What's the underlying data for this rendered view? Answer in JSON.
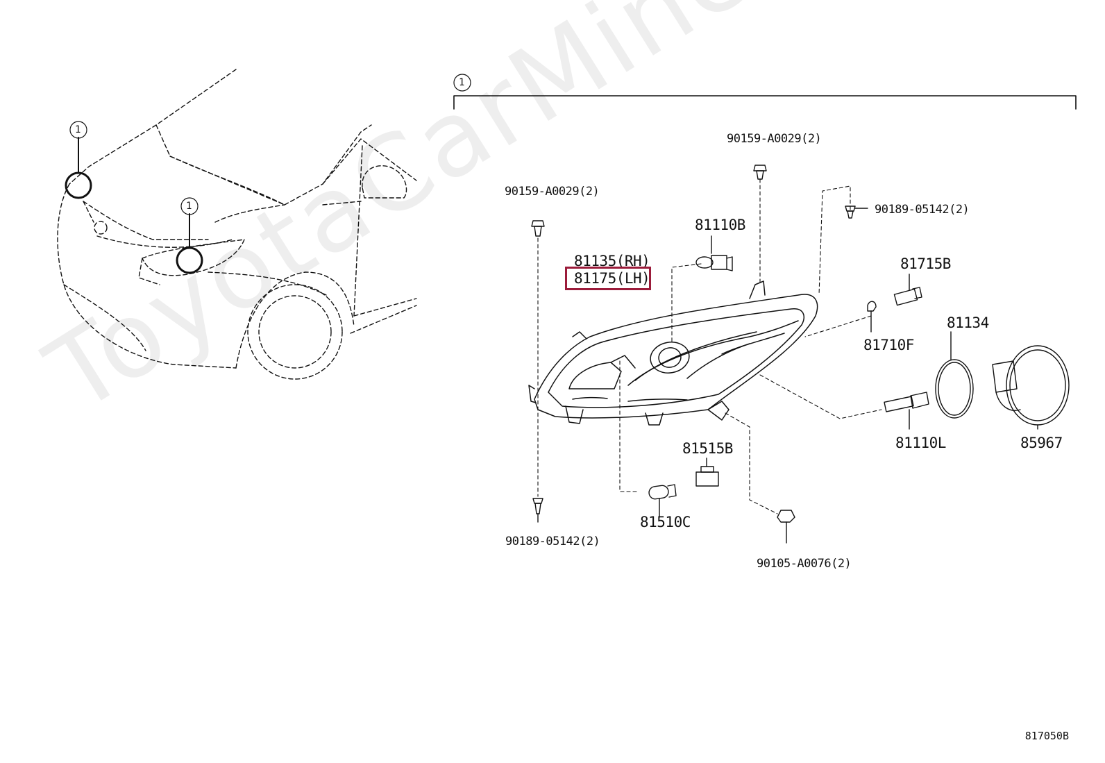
{
  "watermark": "ToyotaCarMine.ru",
  "diagram_code": "817050B",
  "ref_marker": "1",
  "labels": {
    "screw_top": "90159-A0029(2)",
    "screw_left": "90159-A0029(2)",
    "clip_top_right": "90189-05142(2)",
    "clip_bottom_left": "90189-05142(2)",
    "bolt_bottom": "90105-A0076(2)",
    "bulb_81110b": "81110B",
    "rh": "81135(RH)",
    "lh": "81175(LH)",
    "socket_81715b": "81715B",
    "cap_81710f": "81710F",
    "ring_81134": "81134",
    "bulb_81110l": "81110L",
    "cover_85967": "85967",
    "socket_81515b": "81515B",
    "bulb_81510c": "81510C"
  },
  "highlight": {
    "color": "#9b1b3a"
  }
}
